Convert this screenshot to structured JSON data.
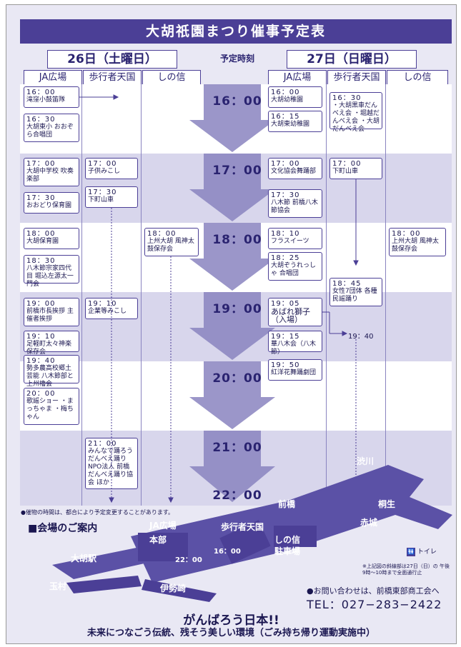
{
  "title": "大胡祇園まつり催事予定表",
  "day1": "26日（土曜日）",
  "day2": "27日（日曜日）",
  "time_header": "予定時刻",
  "columns": {
    "ja": "JA広場",
    "hokousha": "歩行者天国",
    "shinonobu": "しの信"
  },
  "times": [
    "16：00",
    "17：00",
    "18：00",
    "19：00",
    "20：00",
    "21：00",
    "22：00"
  ],
  "sat_ja": [
    {
      "time": "16：00",
      "text": "滝窪小鼓笛隊"
    },
    {
      "time": "16：30",
      "text": "大胡東小 おおぞら合唱団"
    },
    {
      "time": "17：00",
      "text": "大胡中学校 吹奏楽部"
    },
    {
      "time": "17：30",
      "text": "おおどり保育園"
    },
    {
      "time": "18：00",
      "text": "大胡保育園"
    },
    {
      "time": "18：30",
      "text": "八木節宗家四代目 堀込左源太一門会"
    },
    {
      "time": "19：00",
      "text": "前橋市長挨拶 主催者挨拶"
    },
    {
      "time": "19：10",
      "text": "足軽町太々神楽保存会"
    },
    {
      "time": "19：40",
      "text": "勢多農高校郷土芸能 八木節部と上州櫓会"
    },
    {
      "time": "20：00",
      "text": "歌謡ショー ・まっちゃま ・梅ちゃん"
    }
  ],
  "sat_hokou": [
    {
      "time": "17：00",
      "text": "子供みこし"
    },
    {
      "time": "17：30",
      "text": "下町山車"
    },
    {
      "time": "19：10",
      "text": "企業等みこし"
    },
    {
      "time": "21：00",
      "text": "みんなで踊ろう だんべえ踊り NPO法人 前橋だんべえ踊り協会 ほか"
    }
  ],
  "sat_shino": [
    {
      "time": "18：00",
      "text": "上州大胡 風神太鼓保存会"
    }
  ],
  "sun_ja": [
    {
      "time": "16：00",
      "text": "大胡幼稚園"
    },
    {
      "time": "16：15",
      "text": "大胡東幼稚園"
    },
    {
      "time": "17：00",
      "text": "文化協会舞踊部"
    },
    {
      "time": "17：30",
      "text": "八木節 前橋八木節協会"
    },
    {
      "time": "18：10",
      "text": "フラスイーツ"
    },
    {
      "time": "18：25",
      "text": "大胡ぞうれっしゃ 合唱団"
    },
    {
      "time": "19：05",
      "text": "あばれ獅子 （入場）"
    },
    {
      "time": "19：15",
      "text": "華八木会（八木節）"
    },
    {
      "time": "19：50",
      "text": "紅洋花舞踊劇団"
    }
  ],
  "sun_hokou": [
    {
      "time": "16：30",
      "text": "・大胡黒車だんべえ会 ・堀越だんべえ会 ・大胡だんべえ会"
    },
    {
      "time": "17：00",
      "text": "下町山車"
    },
    {
      "time": "18：45",
      "text": "女性7団体 各種民謡踊り"
    },
    {
      "time": "",
      "text": "19：40"
    }
  ],
  "sun_shino": [
    {
      "time": "18：00",
      "text": "上州大胡 風神太鼓保存会"
    }
  ],
  "timing_note": "●催物の時間は、都合により予定変更することがあります。",
  "guide_title": "■会場のご案内",
  "map": {
    "ja": "JA広場",
    "honbu": "本部",
    "hokou": "歩行者天国",
    "shinonobu": "しの信",
    "parking": "駐車場",
    "ogo_station": "大胡駅",
    "tamamura": "玉村",
    "isesaki": "伊勢崎",
    "maebashi": "前橋",
    "kiryu": "桐生",
    "akagi": "赤城",
    "shibukawa": "渋川",
    "t1": "16：00",
    "t2": "22：00",
    "toilet": "トイレ"
  },
  "road_note": "※上記図の斜線部は27日（日）の 午後9時～10時まで全面通行止",
  "contact": "●お問い合わせは、前橋東部商工会へ",
  "tel": "TEL：027−283−2422",
  "slogan1": "がんばろう日本!!",
  "slogan2": "未来につなごう伝統、残そう美しい環境（ごみ持ち帰り運動実施中）"
}
